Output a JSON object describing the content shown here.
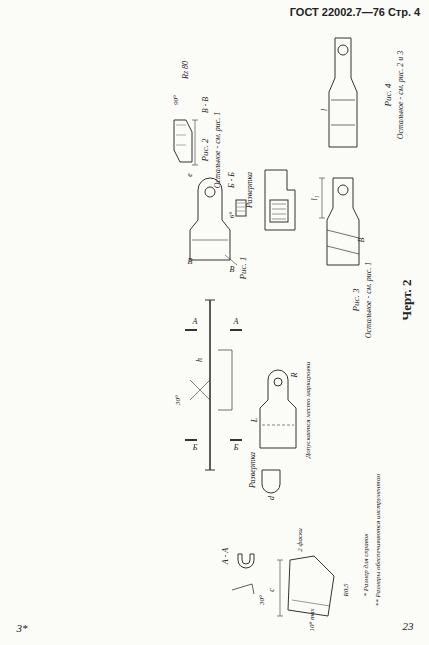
{
  "diagram": {
    "labels": [
      "ГОСТ 22002.7—76 Стр. 4",
      "3*",
      "23",
      "Черт. 2",
      "Рис. 4",
      "Остальное - см. рис. 2 и 3",
      "Рис. 3",
      "Остальное - см. рис. 1",
      "Рис. 2",
      "Остальное - см. рис. 1",
      "Rz 80",
      "В - В",
      "90°",
      "Развертка",
      "Б - Б",
      "6°",
      "Рис. 1",
      "30°",
      "Развертка",
      "Допускается место маркировки",
      "А - А",
      "30°",
      "2 фаски",
      "10° max",
      "R0,5",
      "* Размер для справок",
      "** Размеры обеспечиваются инструментом",
      "B",
      "l₁",
      "l",
      "R",
      "e",
      "h",
      "L",
      "A",
      "A",
      "Б",
      "Б",
      "В",
      "В",
      "d",
      "c"
    ]
  }
}
